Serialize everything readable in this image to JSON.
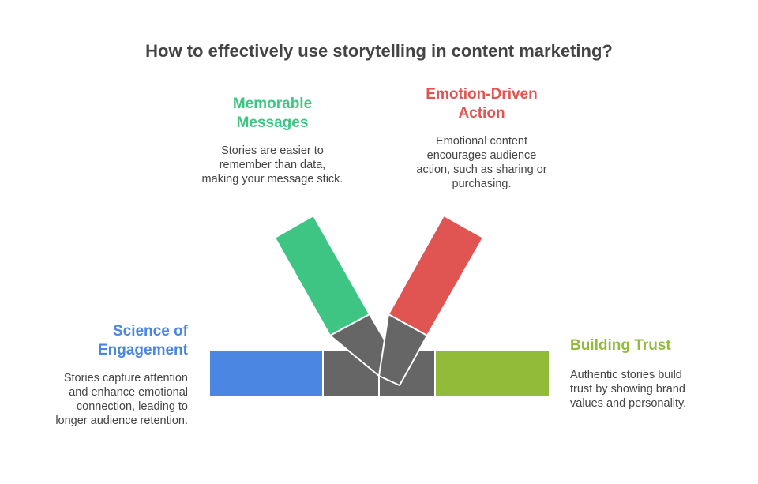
{
  "title": "How to effectively use storytelling in content marketing?",
  "colors": {
    "memorable": "#3ec584",
    "emotion": "#e05452",
    "science": "#4a86e2",
    "trust": "#92bb3a",
    "connector": "#666666",
    "text": "#444444"
  },
  "items": {
    "memorable": {
      "title_lines": [
        "Memorable",
        "Messages"
      ],
      "desc_lines": [
        "Stories are easier to",
        "remember than data,",
        "making your message stick."
      ]
    },
    "emotion": {
      "title_lines": [
        "Emotion-Driven",
        "Action"
      ],
      "desc_lines": [
        "Emotional content",
        "encourages audience",
        "action, such as sharing or",
        "purchasing."
      ]
    },
    "science": {
      "title_lines": [
        "Science of",
        "Engagement"
      ],
      "desc_lines": [
        "Stories capture attention",
        "and enhance emotional",
        "connection, leading to",
        "longer audience retention."
      ]
    },
    "trust": {
      "title_lines": [
        "Building Trust"
      ],
      "desc_lines": [
        "Authentic stories build",
        "trust by showing brand",
        "values and personality."
      ]
    }
  }
}
